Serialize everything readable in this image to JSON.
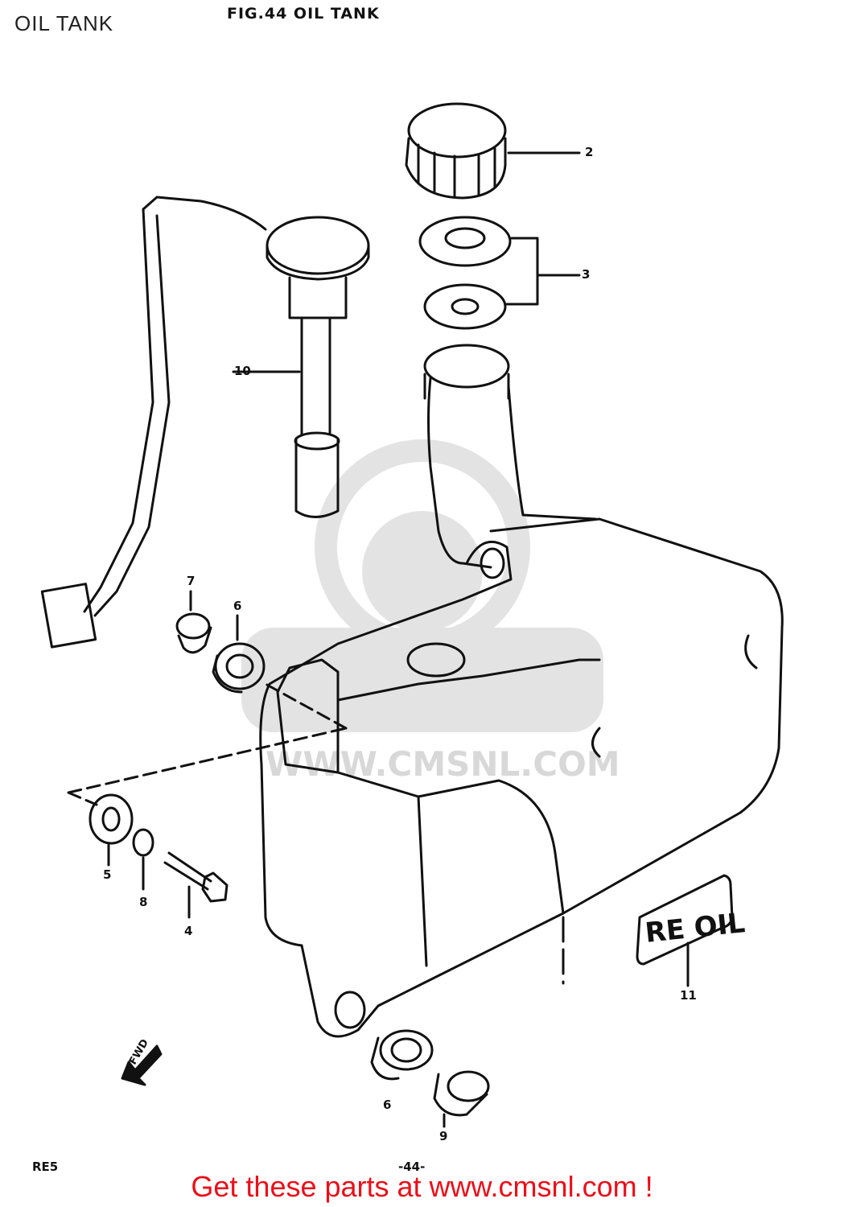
{
  "header": {
    "title": "OIL TANK",
    "figure_title": "FIG.44  OIL TANK"
  },
  "callouts": [
    {
      "number": "2",
      "part": "cap"
    },
    {
      "number": "3",
      "part": "gasket set"
    },
    {
      "number": "10",
      "part": "oil level gauge"
    },
    {
      "number": "7",
      "part": "spacer"
    },
    {
      "number": "6",
      "part": "cushion"
    },
    {
      "number": "5",
      "part": "washer"
    },
    {
      "number": "8",
      "part": "lock washer"
    },
    {
      "number": "4",
      "part": "bolt"
    },
    {
      "number": "11",
      "part": "emblem"
    },
    {
      "number": "6",
      "part": "cushion"
    },
    {
      "number": "9",
      "part": "spacer"
    }
  ],
  "emblem_text": "RE OIL",
  "direction_mark": "FWD",
  "watermark": {
    "url": "WWW.CMSNL.COM"
  },
  "footer": {
    "model_code": "RE5",
    "page_number": "-44-",
    "cta": "Get these parts at www.cmsnl.com !"
  },
  "colors": {
    "line": "#111111",
    "cta": "#e8101a",
    "watermark": "#cfcfcf"
  }
}
